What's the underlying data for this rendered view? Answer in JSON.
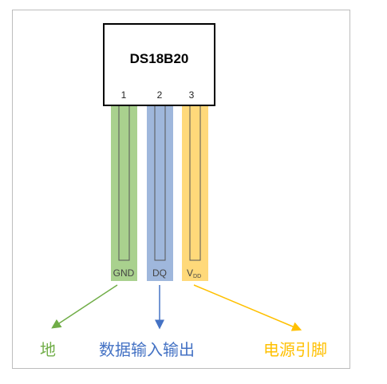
{
  "chip": {
    "name": "DS18B20"
  },
  "pins": [
    {
      "number": "1",
      "name": "GND",
      "name_sub": "",
      "color": "#a9d18e",
      "arrow_color": "#70ad47"
    },
    {
      "number": "2",
      "name": "DQ",
      "name_sub": "",
      "color": "#9fb7dc",
      "arrow_color": "#4472c4"
    },
    {
      "number": "3",
      "name": "V",
      "name_sub": "DD",
      "color": "#ffd97a",
      "arrow_color": "#ffc000"
    }
  ],
  "labels": {
    "ground": "地",
    "data_io": "数据输入输出",
    "power_pin": "电源引脚"
  },
  "colors": {
    "ground_text": "#70ad47",
    "data_text": "#4472c4",
    "power_text": "#ffc000",
    "frame": "#bdbdbd"
  }
}
